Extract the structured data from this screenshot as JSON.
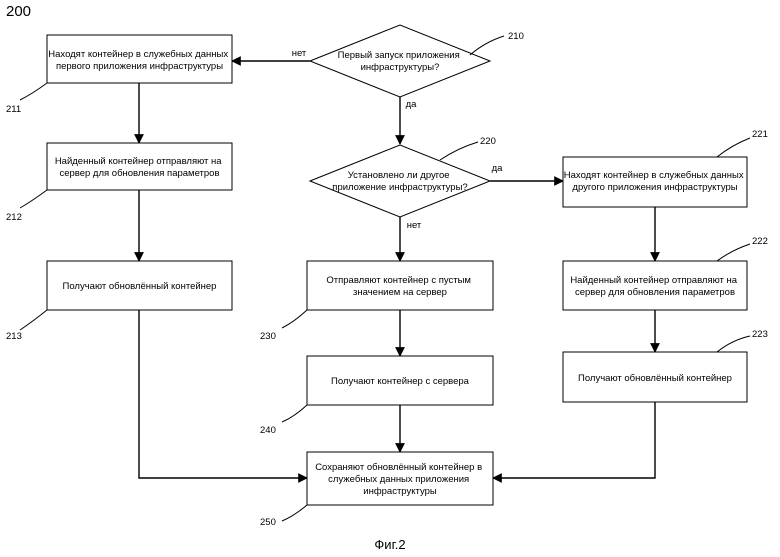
{
  "figure_number": "200",
  "caption": "Фиг.2",
  "nodes": {
    "d210": {
      "ref": "210",
      "lines": [
        "Первый запуск приложения",
        "инфраструктуры?"
      ]
    },
    "d220": {
      "ref": "220",
      "lines": [
        "Установлено ли другое",
        "приложение инфраструктуры?"
      ]
    },
    "b211": {
      "ref": "211",
      "lines": [
        "Находят контейнер в служебных данных",
        "первого приложения инфраструктуры"
      ]
    },
    "b212": {
      "ref": "212",
      "lines": [
        "Найденный контейнер отправляют на",
        "сервер для обновления параметров"
      ]
    },
    "b213": {
      "ref": "213",
      "lines": [
        "Получают обновлённый контейнер"
      ]
    },
    "b221": {
      "ref": "221",
      "lines": [
        "Находят контейнер в служебных данных",
        "другого приложения инфраструктуры"
      ]
    },
    "b222": {
      "ref": "222",
      "lines": [
        "Найденный контейнер отправляют на",
        "сервер для обновления параметров"
      ]
    },
    "b223": {
      "ref": "223",
      "lines": [
        "Получают обновлённый контейнер"
      ]
    },
    "b230": {
      "ref": "230",
      "lines": [
        "Отправляют контейнер с пустым",
        "значением на сервер"
      ]
    },
    "b240": {
      "ref": "240",
      "lines": [
        "Получают контейнер с сервера"
      ]
    },
    "b250": {
      "ref": "250",
      "lines": [
        "Сохраняют обновлённый контейнер в",
        "служебных данных приложения",
        "инфраструктуры"
      ]
    }
  },
  "edges": {
    "e210_no": "нет",
    "e210_yes": "да",
    "e220_yes": "да",
    "e220_no": "нет"
  }
}
